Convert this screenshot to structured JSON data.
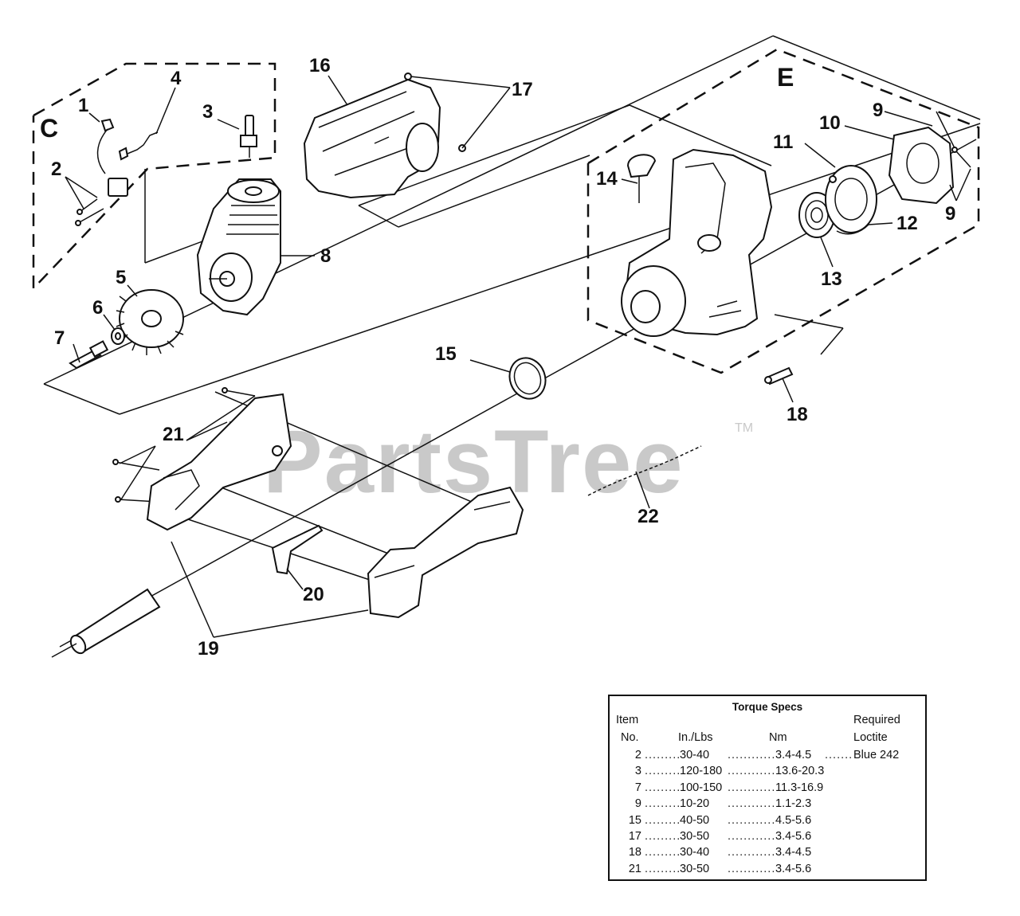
{
  "watermark": {
    "text": "PartsTree",
    "tm": "TM"
  },
  "group_labels": {
    "c": "C",
    "e": "E"
  },
  "callouts": {
    "n1": "1",
    "n2": "2",
    "n3": "3",
    "n4": "4",
    "n5": "5",
    "n6": "6",
    "n7": "7",
    "n8": "8",
    "n9a": "9",
    "n9b": "9",
    "n10": "10",
    "n11": "11",
    "n12": "12",
    "n13": "13",
    "n14": "14",
    "n15": "15",
    "n16": "16",
    "n17": "17",
    "n18": "18",
    "n19": "19",
    "n20": "20",
    "n21": "21",
    "n22": "22"
  },
  "torque_specs": {
    "title": "Torque Specs",
    "headers": {
      "item_line1": "Item",
      "item_line2": "No.",
      "inlbs": "In./Lbs",
      "nm": "Nm",
      "loctite_line1": "Required",
      "loctite_line2": "Loctite"
    },
    "rows": [
      {
        "item": "2",
        "inlbs": "30-40",
        "nm": "3.4-4.5",
        "loctite": "Blue 242"
      },
      {
        "item": "3",
        "inlbs": "120-180",
        "nm": "13.6-20.3",
        "loctite": ""
      },
      {
        "item": "7",
        "inlbs": "100-150",
        "nm": "11.3-16.9",
        "loctite": ""
      },
      {
        "item": "9",
        "inlbs": "10-20",
        "nm": "1.1-2.3",
        "loctite": ""
      },
      {
        "item": "15",
        "inlbs": "40-50",
        "nm": "4.5-5.6",
        "loctite": ""
      },
      {
        "item": "17",
        "inlbs": "30-50",
        "nm": "3.4-5.6",
        "loctite": ""
      },
      {
        "item": "18",
        "inlbs": "30-40",
        "nm": "3.4-4.5",
        "loctite": ""
      },
      {
        "item": "21",
        "inlbs": "30-50",
        "nm": "3.4-5.6",
        "loctite": ""
      }
    ]
  }
}
